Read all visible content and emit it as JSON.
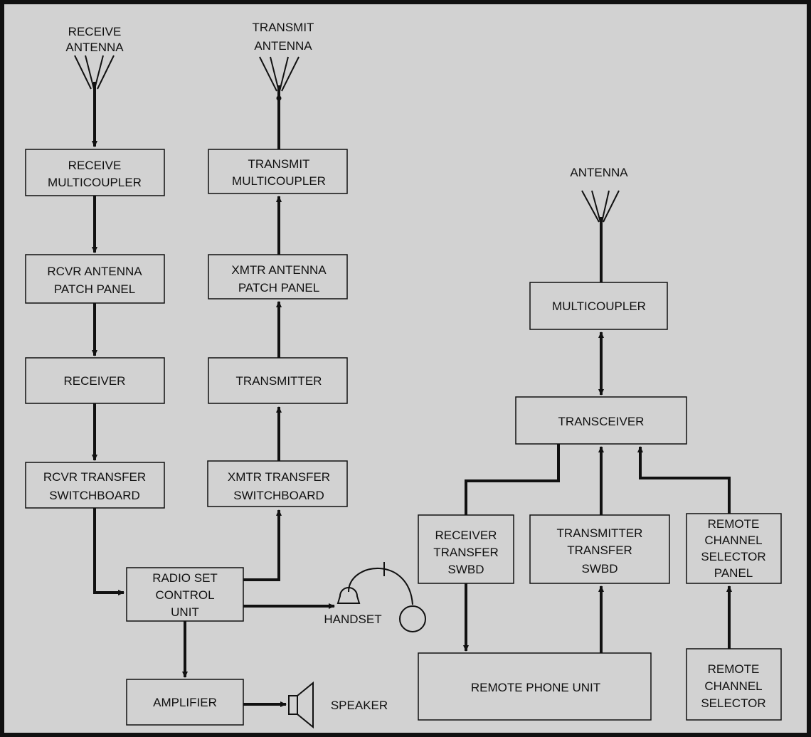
{
  "colors": {
    "background": "#d2d2d2",
    "border": "#111111",
    "line": "#111111",
    "text": "#111111"
  },
  "antennas": {
    "receive": {
      "line1": "RECEIVE",
      "line2": "ANTENNA"
    },
    "transmit": {
      "line1": "TRANSMIT",
      "line2": "ANTENNA"
    },
    "main": {
      "line1": "ANTENNA"
    }
  },
  "blocks": {
    "receive_multicoupler": {
      "line1": "RECEIVE",
      "line2": "MULTICOUPLER"
    },
    "rcvr_antenna_patch": {
      "line1": "RCVR ANTENNA",
      "line2": "PATCH PANEL"
    },
    "receiver": {
      "line1": "RECEIVER"
    },
    "rcvr_transfer_swbd": {
      "line1": "RCVR TRANSFER",
      "line2": "SWITCHBOARD"
    },
    "transmit_multicoupler": {
      "line1": "TRANSMIT",
      "line2": "MULTICOUPLER"
    },
    "xmtr_antenna_patch": {
      "line1": "XMTR ANTENNA",
      "line2": "PATCH PANEL"
    },
    "transmitter": {
      "line1": "TRANSMITTER"
    },
    "xmtr_transfer_swbd": {
      "line1": "XMTR TRANSFER",
      "line2": "SWITCHBOARD"
    },
    "radio_set_control_unit": {
      "line1": "RADIO SET",
      "line2": "CONTROL",
      "line3": "UNIT"
    },
    "amplifier": {
      "line1": "AMPLIFIER"
    },
    "multicoupler": {
      "line1": "MULTICOUPLER"
    },
    "transceiver": {
      "line1": "TRANSCEIVER"
    },
    "receiver_transfer_swbd": {
      "line1": "RECEIVER",
      "line2": "TRANSFER",
      "line3": "SWBD"
    },
    "transmitter_transfer_swbd": {
      "line1": "TRANSMITTER",
      "line2": "TRANSFER",
      "line3": "SWBD"
    },
    "remote_channel_selector_panel": {
      "line1": "REMOTE",
      "line2": "CHANNEL",
      "line3": "SELECTOR",
      "line4": "PANEL"
    },
    "remote_phone_unit": {
      "line1": "REMOTE PHONE UNIT"
    },
    "remote_channel_selector": {
      "line1": "REMOTE",
      "line2": "CHANNEL",
      "line3": "SELECTOR"
    }
  },
  "devices": {
    "handset": "HANDSET",
    "speaker": "SPEAKER"
  }
}
